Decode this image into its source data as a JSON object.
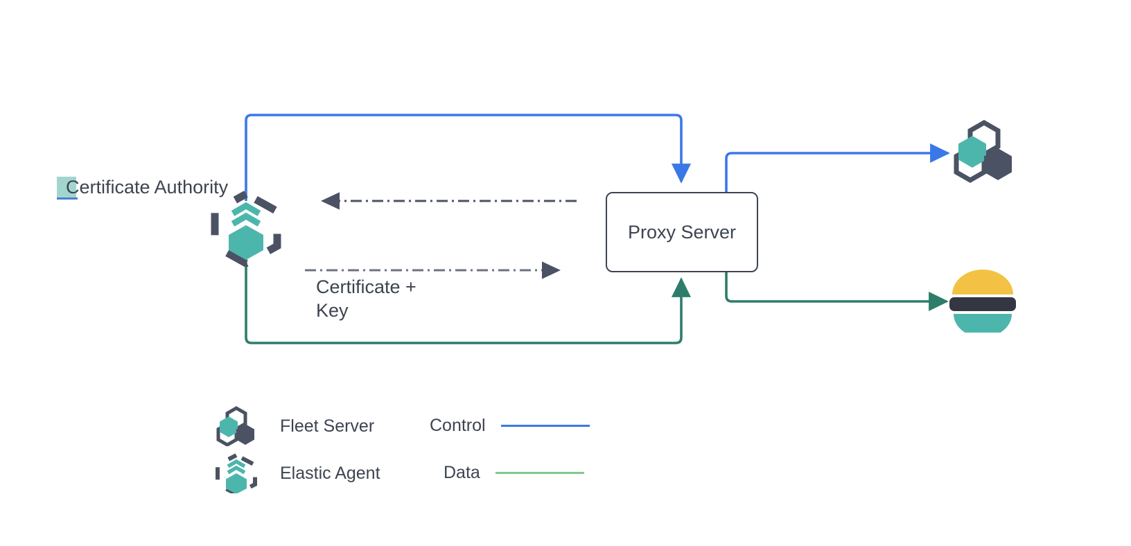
{
  "diagram": {
    "title": "Elastic Agent proxy server certificate flow",
    "background": "#ffffff",
    "nodes": {
      "certificate_authority": {
        "label": "Certificate Authority",
        "icon": "elastic-agent-icon",
        "text_color": "#3d4450",
        "highlight_color": "#a3d5cf",
        "caret_color": "#4a7fd6"
      },
      "proxy_server": {
        "label": "Proxy Server",
        "shape": "rounded-rectangle",
        "border_color": "#3d4450",
        "fill": "#ffffff",
        "text_color": "#3d4450"
      },
      "fleet_server": {
        "label": "",
        "icon": "fleet-server-icon"
      },
      "elasticsearch": {
        "label": "",
        "icon": "elasticsearch-icon"
      }
    },
    "edges": [
      {
        "id": "control-agent-to-proxy",
        "label": "",
        "from": "certificate_authority",
        "to": "proxy_server",
        "style": "solid",
        "color": "#3b78e7",
        "kind": "control"
      },
      {
        "id": "data-agent-to-proxy",
        "label": "",
        "from": "certificate_authority",
        "to": "proxy_server",
        "style": "solid",
        "color": "#2e7d6b",
        "kind": "data"
      },
      {
        "id": "cert-request",
        "label": "",
        "from": "proxy_server",
        "to": "certificate_authority",
        "style": "dash-dot",
        "color": "#4b5263",
        "kind": "certificate"
      },
      {
        "id": "cert-key-delivery",
        "label": "Certificate +\nKey",
        "from": "certificate_authority",
        "to": "proxy_server",
        "style": "dash-dot",
        "color": "#6b7280",
        "kind": "certificate"
      },
      {
        "id": "control-proxy-to-fleet",
        "label": "",
        "from": "proxy_server",
        "to": "fleet_server",
        "style": "solid",
        "color": "#3b78e7",
        "kind": "control"
      },
      {
        "id": "data-proxy-to-elasticsearch",
        "label": "",
        "from": "proxy_server",
        "to": "elasticsearch",
        "style": "solid",
        "color": "#2e7d6b",
        "kind": "data"
      }
    ],
    "edge_labels": {
      "certificate_key": "Certificate +\nKey"
    }
  },
  "legend": {
    "icons": [
      {
        "name": "fleet-server-icon",
        "label": "Fleet Server"
      },
      {
        "name": "elastic-agent-icon",
        "label": "Elastic Agent"
      }
    ],
    "lines": [
      {
        "name": "control-line",
        "label": "Control",
        "color": "#3b78e7"
      },
      {
        "name": "data-line",
        "label": "Data",
        "color": "#82c98a"
      }
    ]
  },
  "palette": {
    "teal": "#4db6ac",
    "dark_slate": "#4b5263",
    "blue": "#3b78e7",
    "green_dark": "#2e7d6b",
    "green_light": "#82c98a",
    "yellow": "#f3c244",
    "elastic_dark": "#343741",
    "elastic_teal": "#4db6ac",
    "text": "#3d4450"
  }
}
